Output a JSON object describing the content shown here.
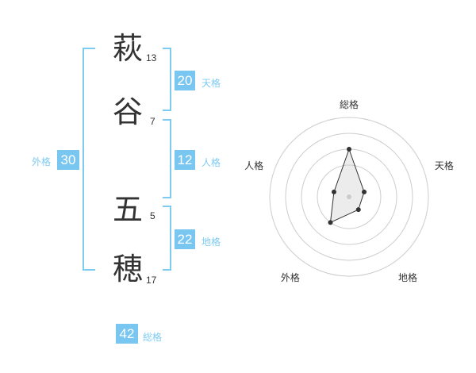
{
  "name": {
    "chars": [
      {
        "char": "萩",
        "strokes": "13"
      },
      {
        "char": "谷",
        "strokes": "7"
      },
      {
        "char": "五",
        "strokes": "5"
      },
      {
        "char": "穂",
        "strokes": "17"
      }
    ]
  },
  "fortune": {
    "tenkaku": {
      "value": "20",
      "label": "天格"
    },
    "jinkaku": {
      "value": "12",
      "label": "人格"
    },
    "chikaku": {
      "value": "22",
      "label": "地格"
    },
    "gaikaku": {
      "value": "30",
      "label": "外格"
    },
    "soukaku": {
      "value": "42",
      "label": "総格"
    }
  },
  "colors": {
    "accent": "#79c6f0",
    "bracket": "#7ecbf2",
    "text": "#333333"
  },
  "chart_data": {
    "type": "radar",
    "axes": [
      "総格",
      "天格",
      "地格",
      "外格",
      "人格"
    ],
    "values": [
      3,
      1,
      1,
      2,
      1
    ],
    "rmax": 5,
    "rings": 4
  }
}
